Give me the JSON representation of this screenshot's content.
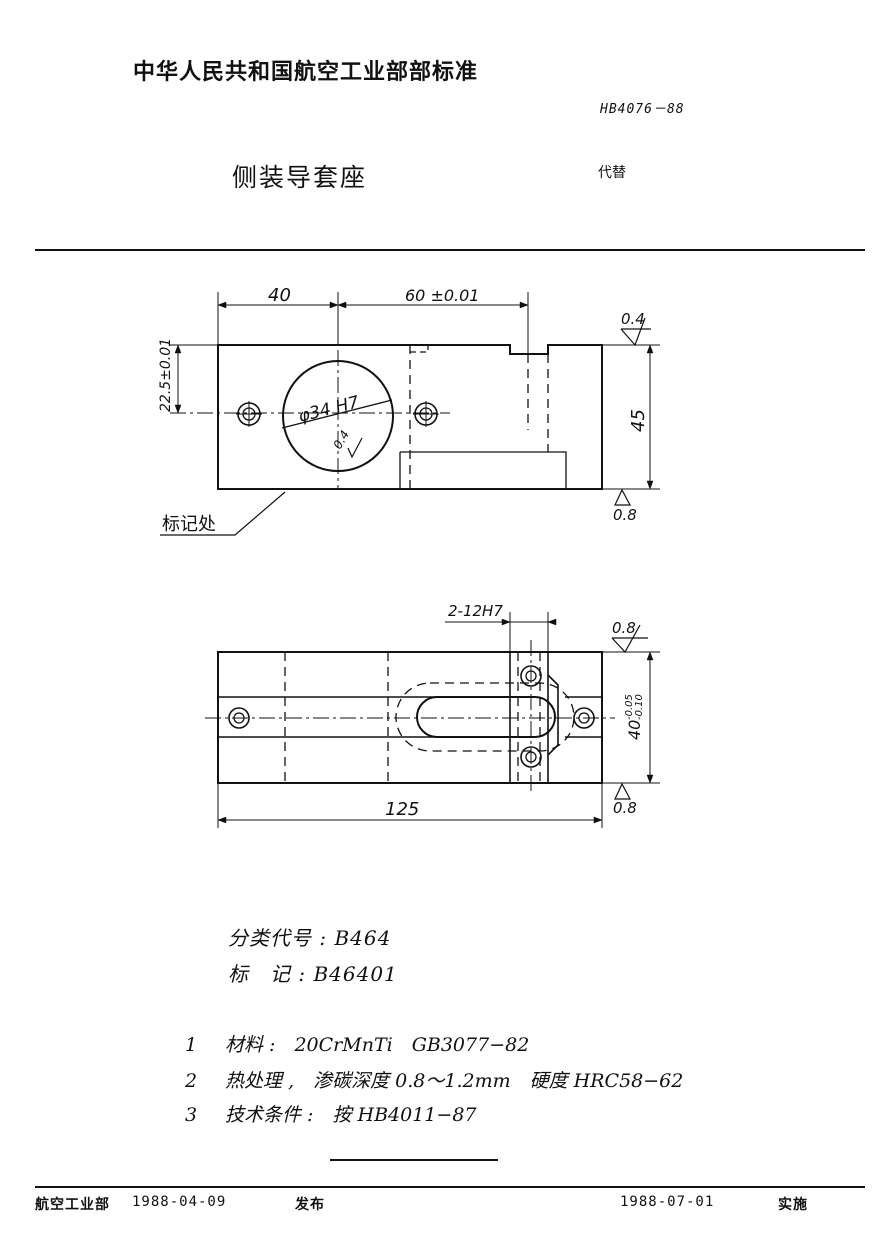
{
  "header": {
    "organization": "中华人民共和国航空工业部部标准",
    "standard_number": "HB4076－88",
    "title": "侧装导套座",
    "replace_label": "代替"
  },
  "drawing_top": {
    "dim_40": "40",
    "dim_60": "60 ±0.01",
    "dim_22_5": "22.5±0.01",
    "dim_45": "45",
    "bore": "φ34 H7",
    "roughness_bore": "0.4",
    "roughness_top": "0.4",
    "roughness_bottom": "0.8",
    "mark_location": "标记处"
  },
  "drawing_bottom": {
    "holes": "2-12H7",
    "roughness_top": "0.8",
    "dim_40_tol": "40",
    "tol_upper": "-0.05",
    "tol_lower": "-0.10",
    "dim_125": "125",
    "roughness_bottom": "0.8"
  },
  "classification": {
    "code_label": "分类代号",
    "code_value": "B464",
    "mark_label": "标　记",
    "mark_value": "B46401"
  },
  "notes": [
    {
      "num": "1",
      "label": "材料",
      "text": "20CrMnTi　GB3077−82"
    },
    {
      "num": "2",
      "label": "热处理",
      "text": "渗碳深度 0.8～1.2mm　硬度 HRC58−62"
    },
    {
      "num": "3",
      "label": "技术条件",
      "text": "按 HB4011−87"
    }
  ],
  "footer": {
    "issuer": "航空工业部",
    "issue_date": "1988-04-09",
    "issue_label": "发布",
    "effective_date": "1988-07-01",
    "effective_label": "实施"
  }
}
